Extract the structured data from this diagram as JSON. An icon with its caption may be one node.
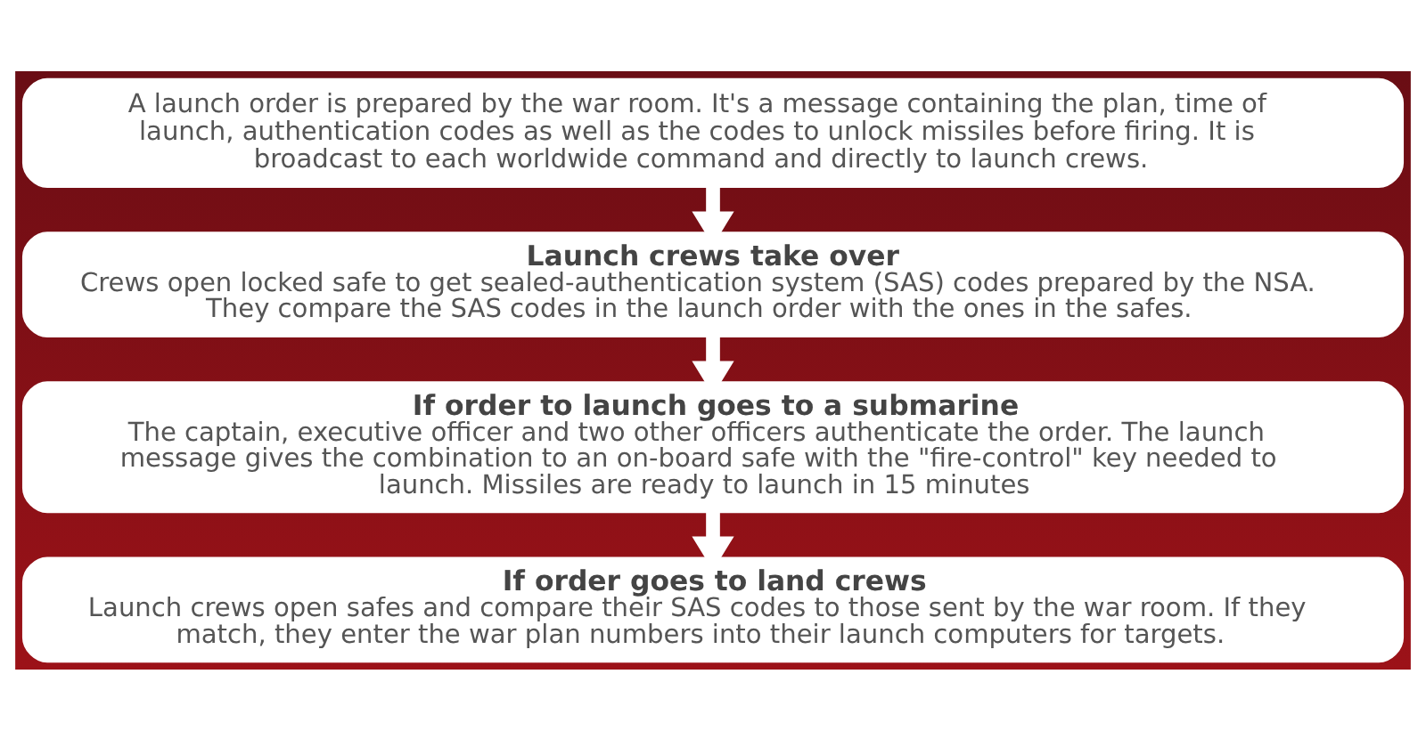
{
  "diagram": {
    "nodes": [
      {
        "text": [
          "A launch order is prepared by the war room. It's a message containing the plan, time of launch, authentication codes as well as the codes to unlock missiles before firing. It is broadcast to each worldwide command and directly to launch crews."
        ]
      },
      {
        "text": [
          "Launch crews take over",
          "Crews open locked safe to get sealed-authentication system (SAS) codes prepared by the NSA. They compare the SAS codes in the launch order with the ones in the safes."
        ]
      },
      {
        "text": [
          "If order to launch goes to a submarine",
          "The captain, executive officer and two other officers authenticate the order. The launch message gives the combination to an on-board safe with the \"fire-control\" key needed to launch. Missiles are ready to launch in 15 minutes"
        ]
      },
      {
        "text": [
          "If order goes to land crews",
          "Launch crews open safes and compare their SAS codes to those sent by the war room. If they match, they enter the war plan numbers into their launch computers for targets."
        ]
      }
    ],
    "edges": [
      {
        "from": 0,
        "to": 1,
        "arrow": "to"
      },
      {
        "from": 1,
        "to": 2,
        "arrow": "to"
      },
      {
        "from": 2,
        "to": 3,
        "arrow": "to"
      }
    ]
  }
}
